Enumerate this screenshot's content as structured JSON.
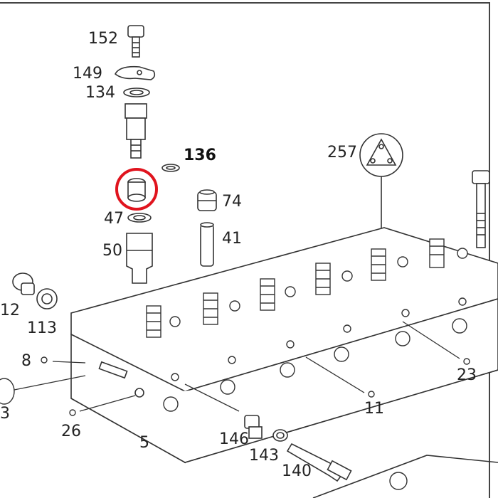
{
  "labels": {
    "p152": "152",
    "p149": "149",
    "p134": "134",
    "p136": "136",
    "p74": "74",
    "p41": "41",
    "p47": "47",
    "p50": "50",
    "p257": "257",
    "p12": "12",
    "p113": "113",
    "p8": "8",
    "p23": "23",
    "p11": "11",
    "p26": "26",
    "p5": "5",
    "p146": "146",
    "p143": "143",
    "p140": "140",
    "p3": "3"
  },
  "colors": {
    "line": "#333333",
    "highlight": "#e0141e"
  },
  "highlighted_part": "p136"
}
